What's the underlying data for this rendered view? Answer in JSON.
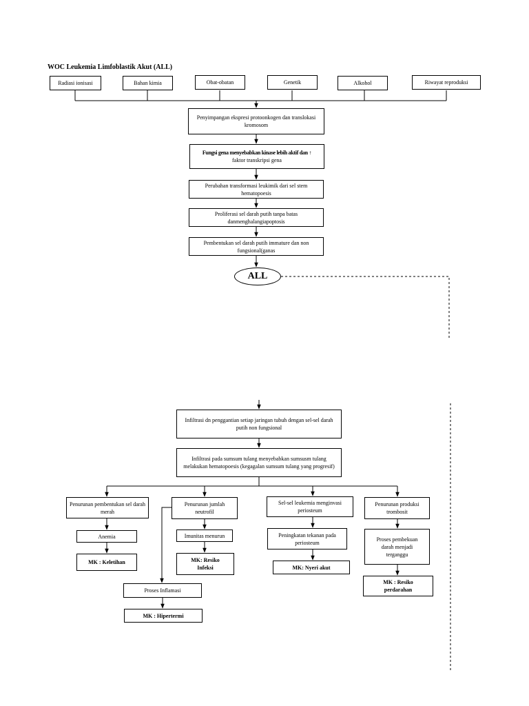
{
  "diagram": {
    "title": "WOC Leukemia Limfoblastik Akut (ALL)",
    "causes": [
      "Radiasi ionisasi",
      "Bahan kimia",
      "Obat-obatan",
      "Genetik",
      "Alkohol",
      "Riwayat reproduksi"
    ],
    "flow": [
      "Penyimpangan ekspresi protoonkogen dan translokasi kromosom",
      "faktor transkripsi gena",
      "Perubahan transformasi leukimik dari sel stem hematopoesis",
      "Proliferasi sel darah putih tanpa batas danmenghalangiapoptosis",
      "Pembentukan sel darah putih immature dan non fungsional(ganas"
    ],
    "flow2_bold": "Fungsi gena menyebabkan kinase lebih aktif dan ↑",
    "center": "ALL",
    "infiltration": [
      "Infiltrasi dn penggantian setiap jaringan tubuh dengan sel-sel darah putih non fungsional",
      "Infiltrasi pada sumsum tulang menyebabkan sumsusm tulang melakukan hematopoesis (kegagalan sumsum tulang yang progresif)"
    ],
    "branches": {
      "eritrosit": [
        "Penurunan pembentukan sel darah merah",
        "Anemia",
        "MK : Keletihan"
      ],
      "neutrofil": [
        "Penurunan jumlah neutrofil",
        "Imunitas menurun",
        "MK: Resiko Infeksi"
      ],
      "inflamasi": [
        "Proses Inflamasi",
        "MK : Hipertermi"
      ],
      "periosteum": [
        "Sel-sel leukemia menginvasi periosteum",
        "Peningkatan tekanan pada periosteum",
        "MK: Nyeri akut"
      ],
      "trombosit": [
        "Penurunan produksi trombosit",
        "Proses pembekuan darah menjadi terganggu",
        "MK : Resiko perdarahan"
      ]
    }
  }
}
